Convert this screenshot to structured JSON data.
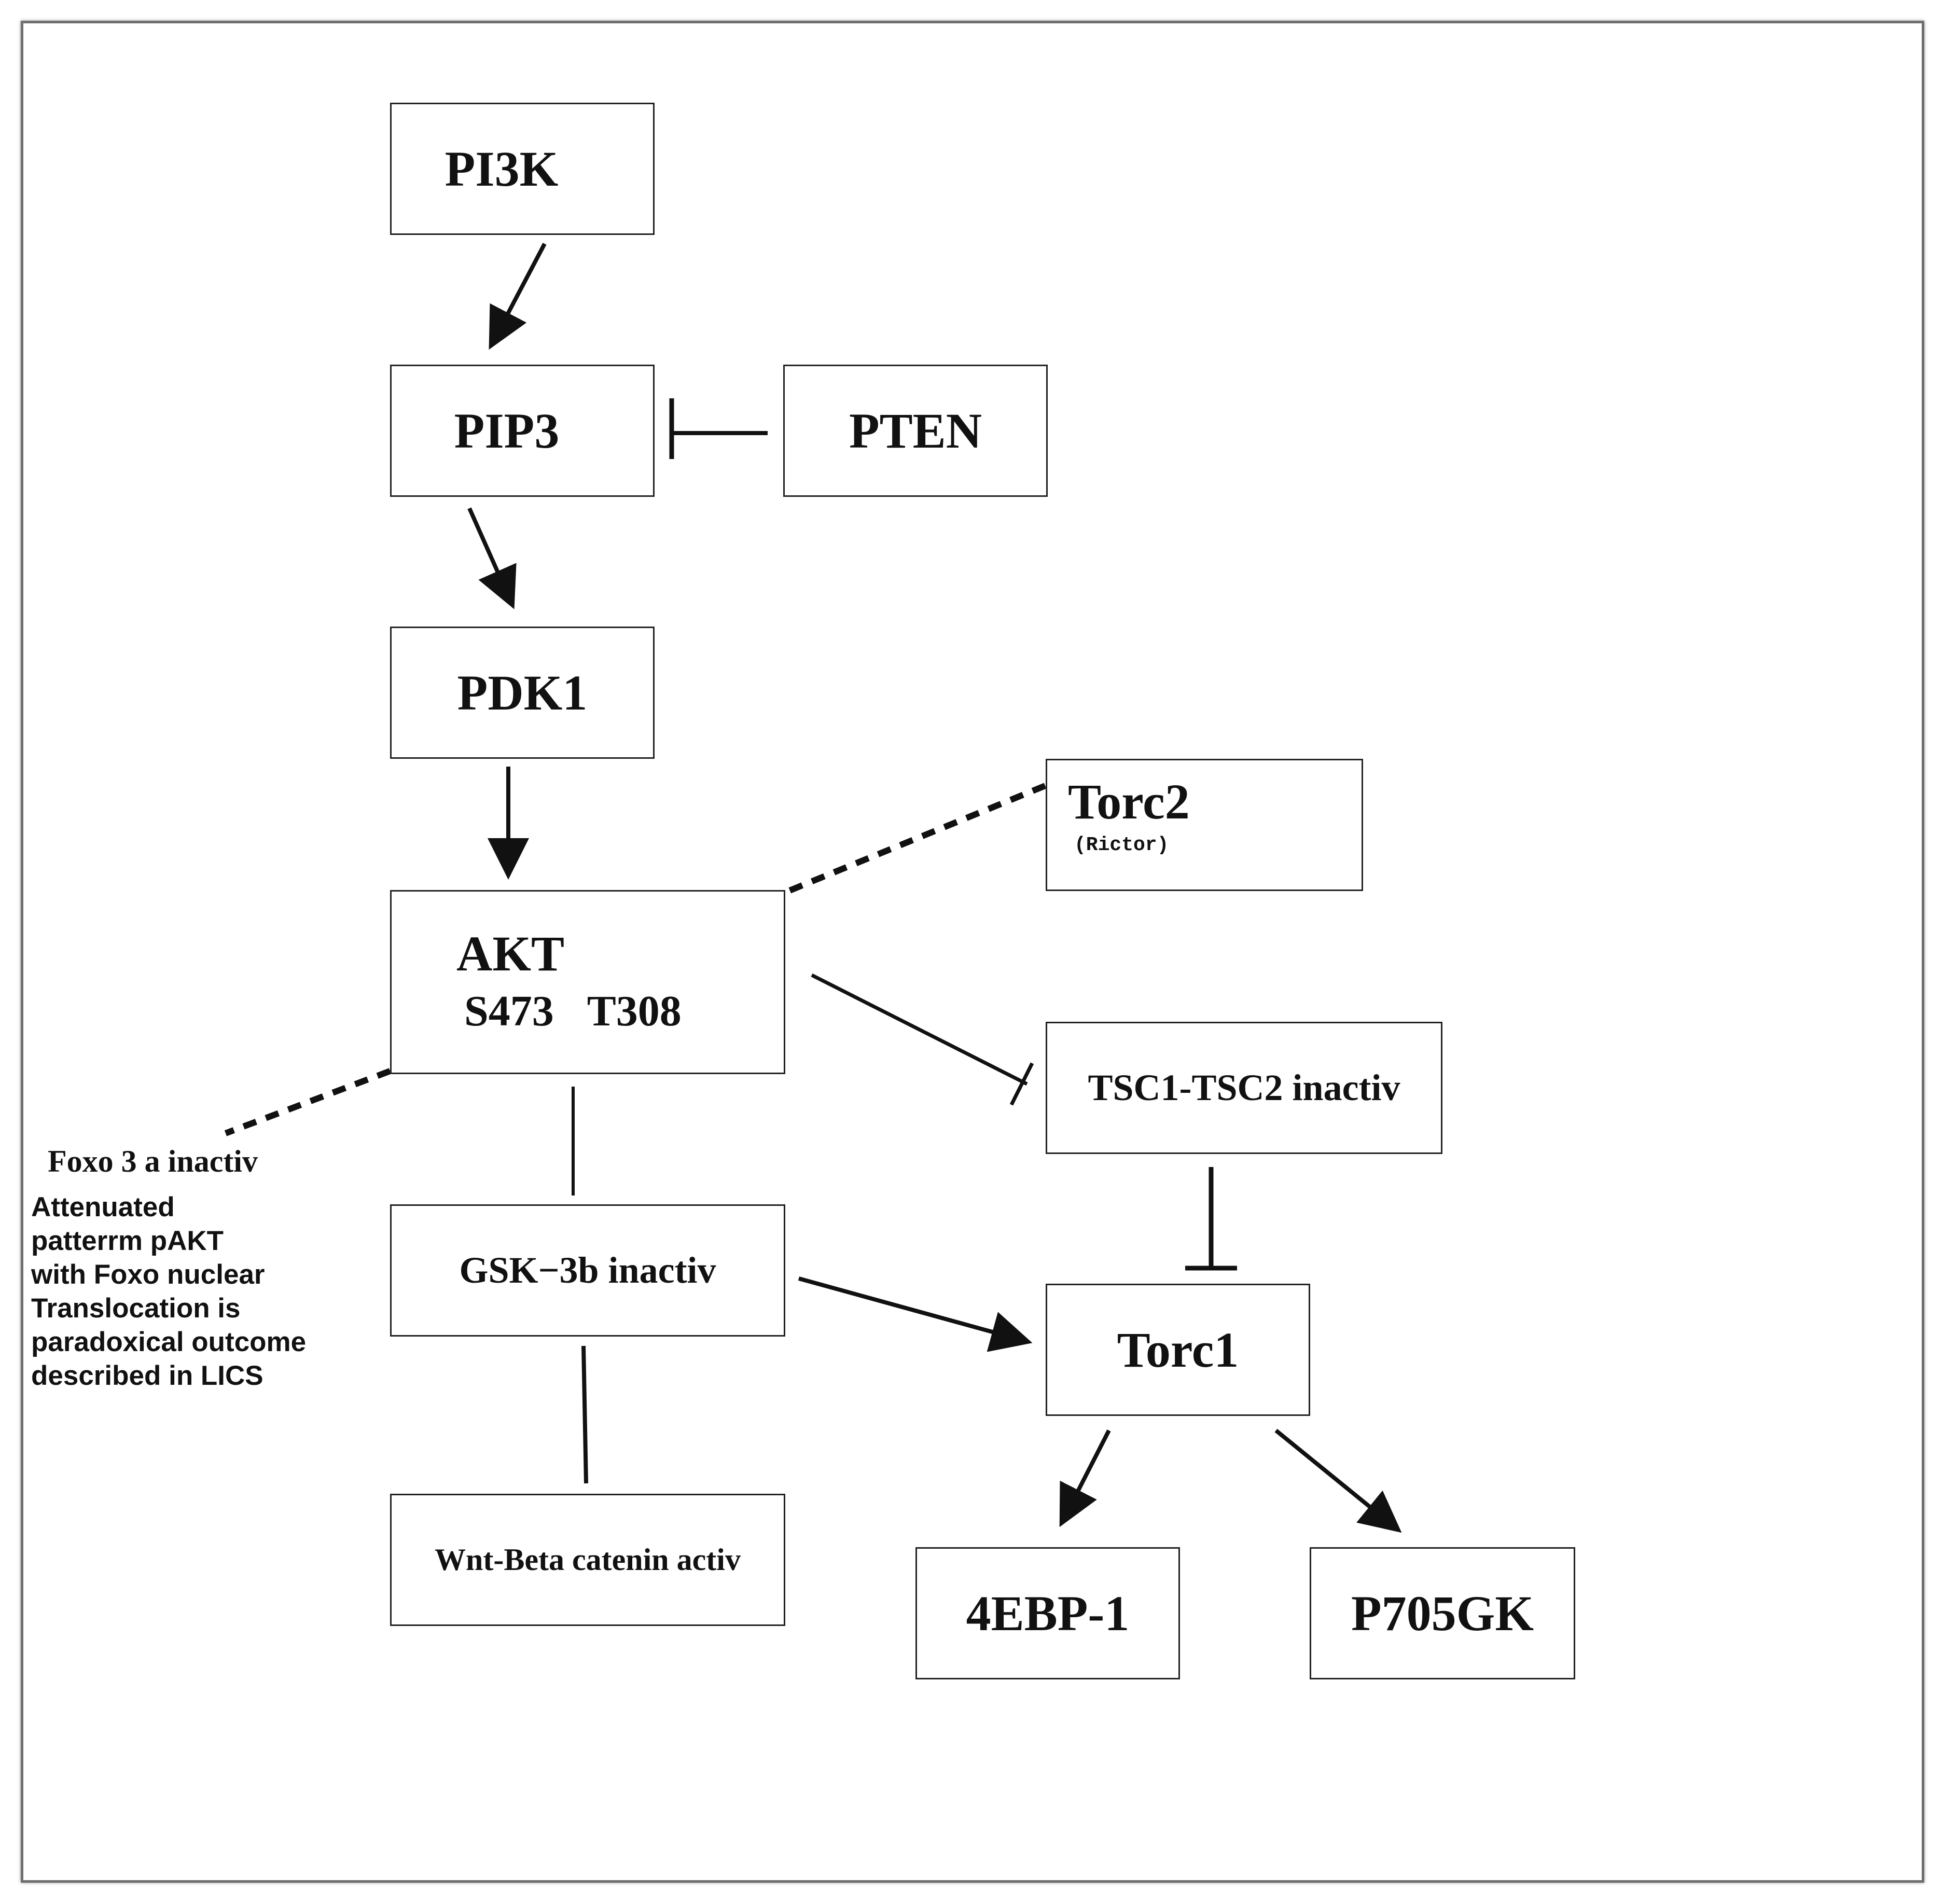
{
  "nodes": {
    "pi3k": "PI3K",
    "pip3": "PIP3",
    "pten": "PTEN",
    "pdk1": "PDK1",
    "torc2": {
      "label": "Torc2",
      "sub": "(Rictor)"
    },
    "akt": {
      "label": "AKT",
      "site1": "S473",
      "site2": "T308"
    },
    "tsc": "TSC1-TSC2 inactiv",
    "gsk": "GSK−3b inactiv",
    "torc1": "Torc1",
    "wnt": "Wnt-Beta catenin activ",
    "ebp": "4EBP-1",
    "p70": "P705GK"
  },
  "annotations": {
    "foxo": "Foxo 3 a inactiv",
    "note_lines": [
      "Attenuated",
      "patterrm pAKT",
      "with Foxo nuclear",
      "Translocation is",
      "paradoxical outcome",
      "described in LICS"
    ]
  }
}
